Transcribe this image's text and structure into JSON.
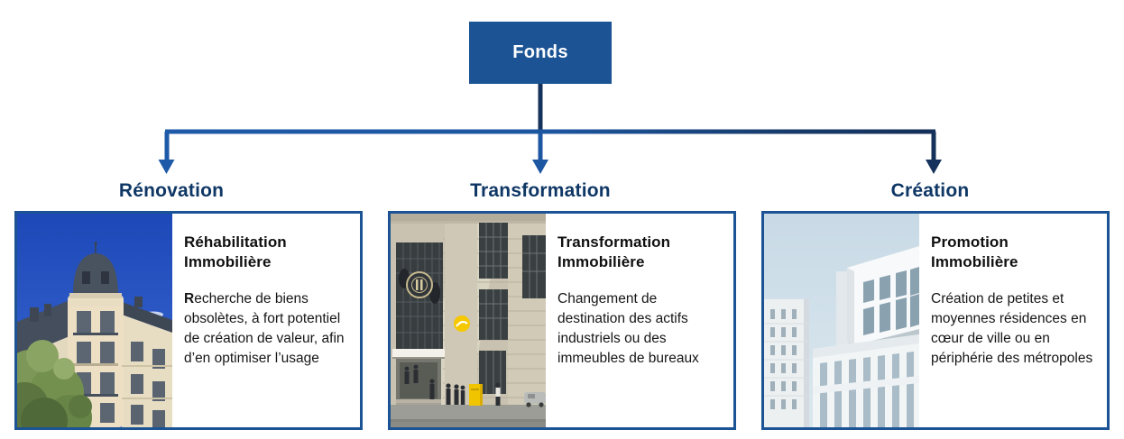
{
  "diagram": {
    "root": {
      "label": "Fonds"
    },
    "branches": [
      {
        "label": "Rénovation",
        "card": {
          "title": "Réhabilitation\nImmobilière",
          "body_lead": "R",
          "body_rest": "echerche de biens obsolètes, à fort potentiel de création de valeur, afin d’en optimiser l’usage",
          "image": "haussmann-building-photo"
        }
      },
      {
        "label": "Transformation",
        "card": {
          "title": "Transformation\nImmobilière",
          "body_lead": "",
          "body_rest": "Changement de destination des actifs industriels ou des immeubles de bureaux",
          "image": "stone-facade-entrance-photo"
        }
      },
      {
        "label": "Création",
        "card": {
          "title": "Promotion\nImmobilière",
          "body_lead": "",
          "body_rest": "Création de petites et moyennes résidences en cœur de ville ou en périphérie des métropoles",
          "image": "modern-white-building-photo"
        }
      }
    ],
    "colors": {
      "node_blue": "#1B5394",
      "label_navy": "#0F3765",
      "arrow_blue": "#1E5AA8",
      "arrow_navy": "#15325C",
      "card_border": "#1B5394"
    }
  }
}
